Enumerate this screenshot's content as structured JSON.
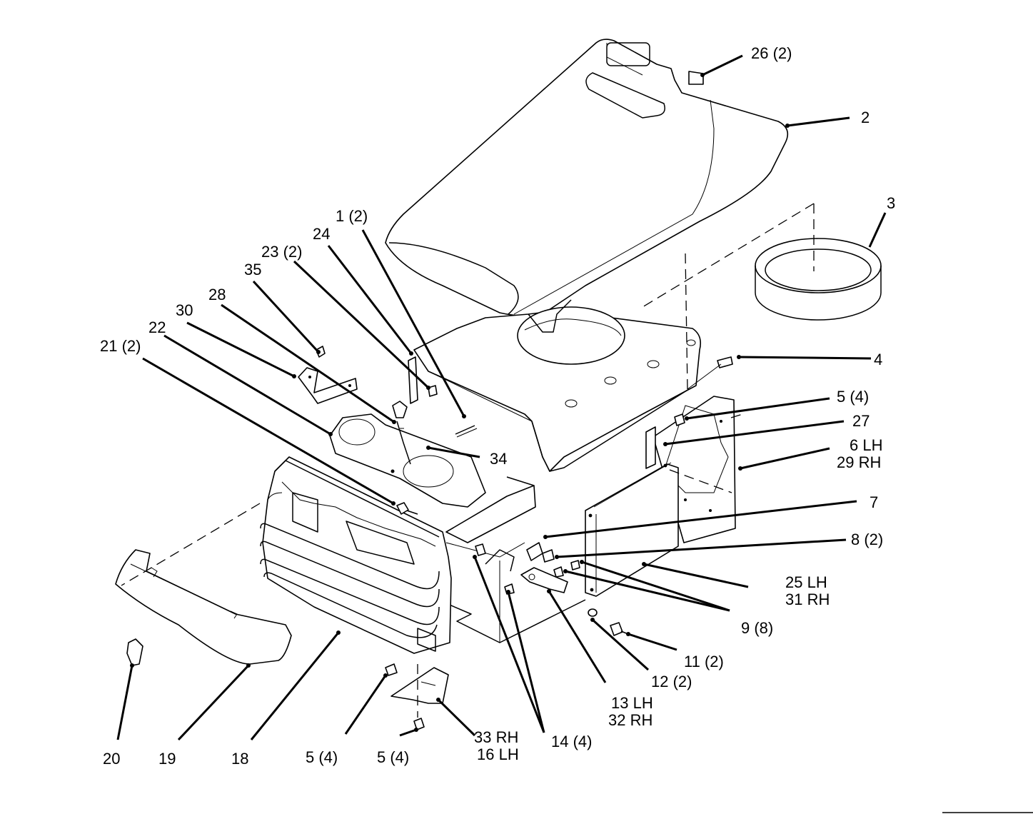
{
  "callouts": [
    {
      "id": "26",
      "text": "26 (2)"
    },
    {
      "id": "2",
      "text": "2"
    },
    {
      "id": "3",
      "text": "3"
    },
    {
      "id": "1",
      "text": "1 (2)"
    },
    {
      "id": "24",
      "text": "24"
    },
    {
      "id": "23",
      "text": "23 (2)"
    },
    {
      "id": "35",
      "text": "35"
    },
    {
      "id": "28",
      "text": "28"
    },
    {
      "id": "30",
      "text": "30"
    },
    {
      "id": "22",
      "text": "22"
    },
    {
      "id": "21",
      "text": "21 (2)"
    },
    {
      "id": "4",
      "text": "4"
    },
    {
      "id": "5a",
      "text": "5 (4)"
    },
    {
      "id": "27",
      "text": "27"
    },
    {
      "id": "6",
      "text": "6 LH"
    },
    {
      "id": "29",
      "text": "29 RH"
    },
    {
      "id": "34",
      "text": "34"
    },
    {
      "id": "7",
      "text": "7"
    },
    {
      "id": "8",
      "text": "8 (2)"
    },
    {
      "id": "25",
      "text": "25 LH"
    },
    {
      "id": "31",
      "text": "31 RH"
    },
    {
      "id": "9",
      "text": "9 (8)"
    },
    {
      "id": "11",
      "text": "11 (2)"
    },
    {
      "id": "12",
      "text": "12 (2)"
    },
    {
      "id": "13",
      "text": "13 LH"
    },
    {
      "id": "32",
      "text": "32 RH"
    },
    {
      "id": "14",
      "text": "14 (4)"
    },
    {
      "id": "33",
      "text": "33 RH"
    },
    {
      "id": "16",
      "text": "16 LH"
    },
    {
      "id": "20",
      "text": "20"
    },
    {
      "id": "19",
      "text": "19"
    },
    {
      "id": "18",
      "text": "18"
    },
    {
      "id": "5b",
      "text": "5 (4)"
    },
    {
      "id": "5c",
      "text": "5 (4)"
    }
  ]
}
